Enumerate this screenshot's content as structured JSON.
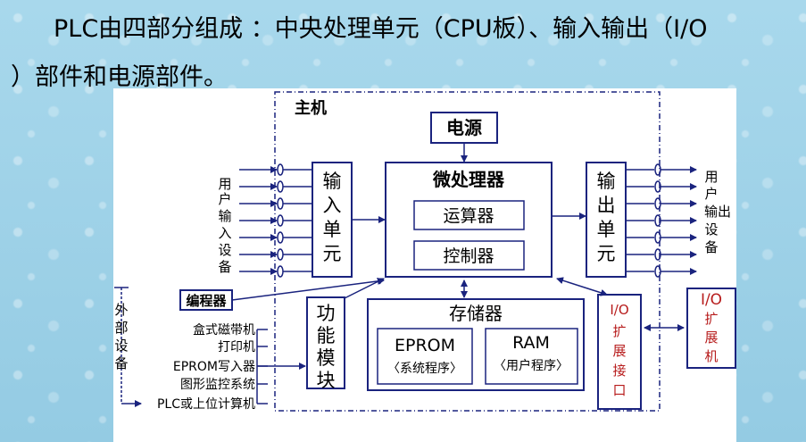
{
  "heading": {
    "line1": "PLC由四部分组成 ：中央处理单元（CPU板）、输入输出（I/O",
    "line2": "）部件和电源部件。"
  },
  "diagram": {
    "host": "主机",
    "power": "电源",
    "cpu": "微处理器",
    "alu": "运算器",
    "controller": "控制器",
    "input_unit": [
      "输",
      "入",
      "单",
      "元"
    ],
    "output_unit": [
      "输",
      "出",
      "单",
      "元"
    ],
    "user_input": [
      "用",
      "户",
      "输",
      "入",
      "设",
      "备"
    ],
    "user_output": [
      "用",
      "户",
      "输出",
      "设",
      "备"
    ],
    "programmer": "编程器",
    "function_module": [
      "功",
      "能",
      "模",
      "块"
    ],
    "memory": "存储器",
    "eprom": "EPROM",
    "eprom_sub": "〈系统程序〉",
    "ram": "RAM",
    "ram_sub": "〈用户程序〉",
    "io_interface": [
      "I/O",
      "扩",
      "展",
      "接",
      "口"
    ],
    "io_ext": [
      "I/O",
      "扩",
      "展",
      "机"
    ],
    "external_devices": [
      "外",
      "部",
      "设",
      "备"
    ],
    "peripherals": [
      "盒式磁带机",
      "打印机",
      "EPROM写入器",
      "图形监控系统",
      "PLC或上位计算机"
    ]
  }
}
